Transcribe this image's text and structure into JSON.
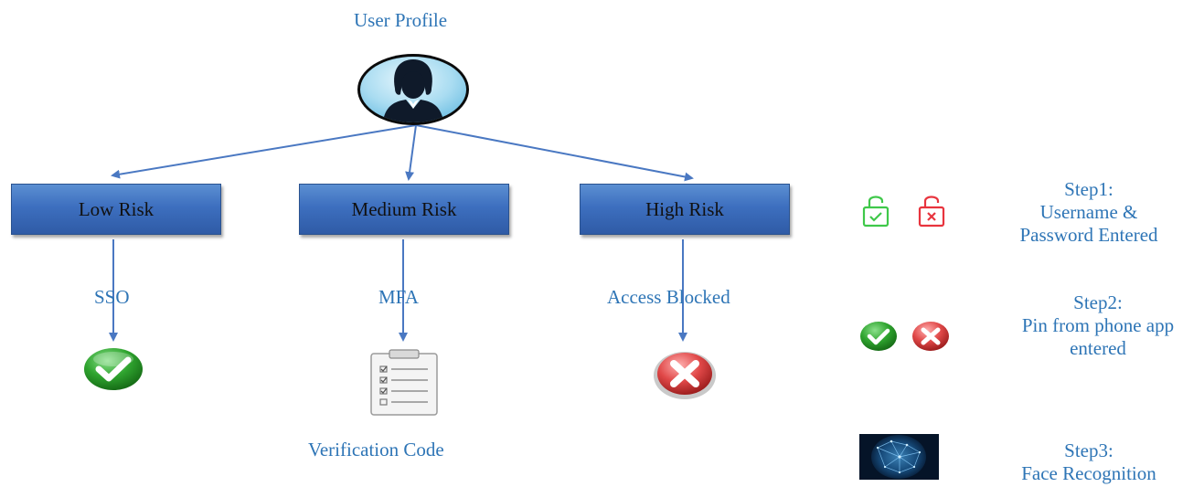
{
  "user_profile": {
    "label": "User Profile"
  },
  "risk_levels": [
    {
      "box_label": "Low Risk",
      "result_label": "SSO",
      "outcome_icon": "green-check-icon"
    },
    {
      "box_label": "Medium Risk",
      "result_label": "MFA",
      "outcome_icon": "clipboard-checklist-icon",
      "caption": "Verification Code"
    },
    {
      "box_label": "High Risk",
      "result_label": "Access Blocked",
      "outcome_icon": "red-x-icon"
    }
  ],
  "steps": [
    {
      "lines": [
        "Step1:",
        "Username &",
        "Password Entered"
      ],
      "icons": [
        "unlock-check-icon",
        "unlock-x-icon"
      ]
    },
    {
      "lines": [
        "Step2:",
        "Pin from phone app",
        "entered"
      ],
      "icons": [
        "green-check-icon",
        "red-x-icon"
      ]
    },
    {
      "lines": [
        "Step3:",
        "Face Recognition"
      ],
      "icons": [
        "face-scan-icon"
      ]
    }
  ],
  "colors": {
    "text": "#2e75b6",
    "box": "#4472c4",
    "arrow": "#4a78c2",
    "success": "#2e9e2e",
    "danger": "#e0383e"
  }
}
